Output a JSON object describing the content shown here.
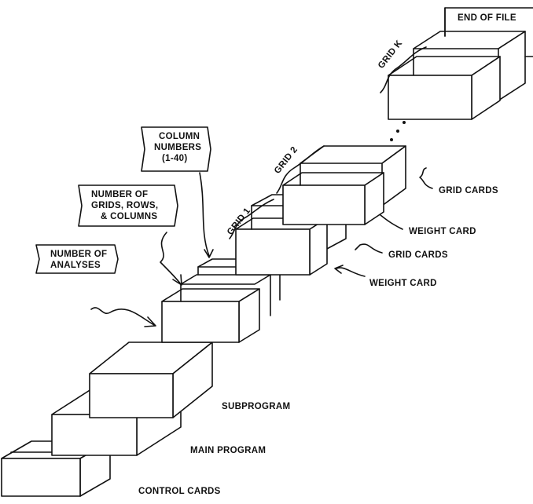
{
  "labels": {
    "control_cards": "CONTROL CARDS",
    "main_program": "MAIN PROGRAM",
    "subprogram": "SUBPROGRAM",
    "number_of_analyses": [
      "NUMBER OF",
      "ANALYSES"
    ],
    "grids_rows_columns": [
      "NUMBER OF",
      "GRIDS, ROWS,",
      "& COLUMNS"
    ],
    "column_numbers": [
      "COLUMN",
      "NUMBERS",
      "(1-40)"
    ],
    "grid_1": "GRID 1",
    "grid_2": "GRID 2",
    "grid_k": "GRID K",
    "weight_card_lower": "WEIGHT CARD",
    "grid_cards_lower": "GRID CARDS",
    "weight_card_upper": "WEIGHT CARD",
    "grid_cards_upper": "GRID CARDS",
    "end_of_file": "END OF FILE",
    "ellipsis": "• • •"
  }
}
